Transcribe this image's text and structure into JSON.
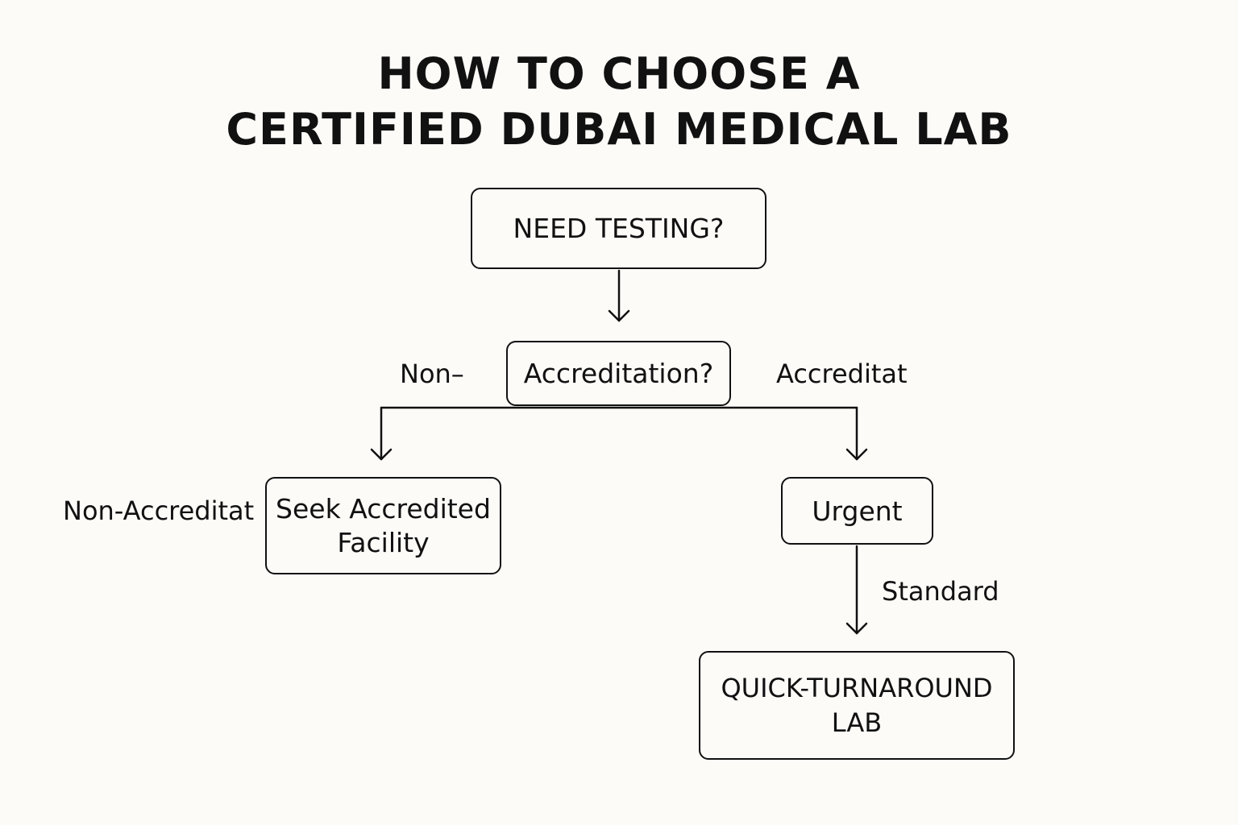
{
  "title": {
    "line1": "HOW TO CHOOSE A",
    "line2": "CERTIFIED DUBAI MEDICAL LAB"
  },
  "nodes": {
    "need_testing": {
      "lines": [
        "NEED TESTING?"
      ]
    },
    "accreditation": {
      "lines": [
        "Accreditation?"
      ]
    },
    "seek_accredited": {
      "lines": [
        "Seek Accredited",
        "Facility"
      ]
    },
    "urgent": {
      "lines": [
        "Urgent"
      ]
    },
    "quick_turnaround": {
      "lines": [
        "QUICK-TURNAROUND",
        "LAB"
      ]
    }
  },
  "edge_labels": {
    "non_short": "Non–",
    "accreditat": "Accreditat",
    "non_accreditat": "Non-Accreditat",
    "standard": "Standard"
  },
  "colors": {
    "background": "#fcfbf8",
    "ink": "#111111"
  }
}
